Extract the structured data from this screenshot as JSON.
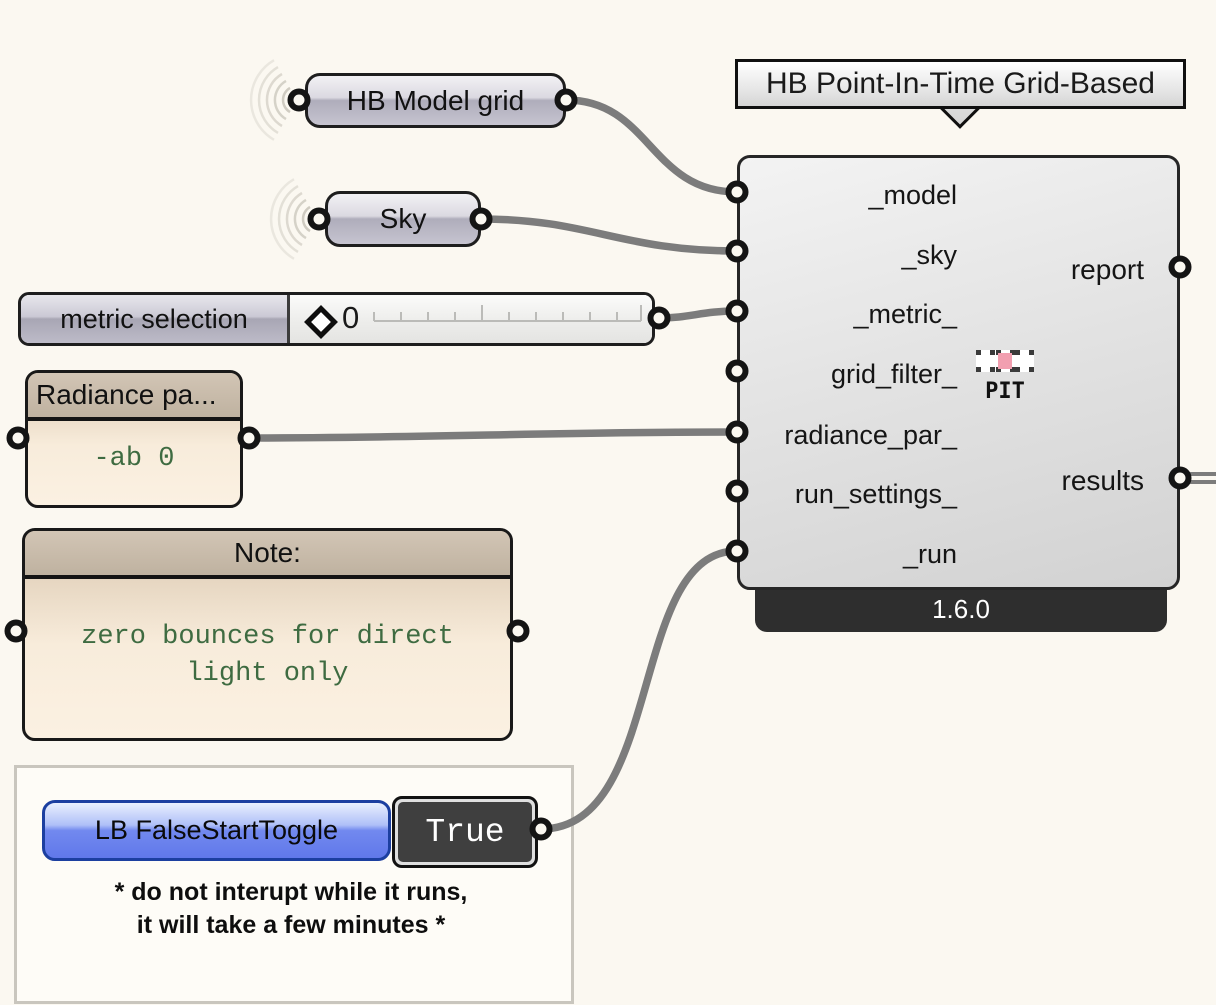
{
  "params": {
    "model_grid": {
      "label": "HB Model grid"
    },
    "sky": {
      "label": "Sky"
    }
  },
  "slider": {
    "label": "metric selection",
    "value": "0"
  },
  "radiance_panel": {
    "title": "Radiance pa...",
    "content": "-ab 0"
  },
  "note_panel": {
    "title": "Note:",
    "line1": "zero bounces for direct",
    "line2": "light only"
  },
  "toggle": {
    "label": "LB FalseStartToggle",
    "value": "True"
  },
  "group_caption": {
    "line1": "* do not interupt while it runs,",
    "line2": "it will take a few minutes *"
  },
  "component": {
    "tooltip": "HB Point-In-Time Grid-Based",
    "version": "1.6.0",
    "icon_label": "PIT",
    "inputs": [
      "_model",
      "_sky",
      "_metric_",
      "grid_filter_",
      "radiance_par_",
      "run_settings_",
      "_run"
    ],
    "outputs": [
      "report",
      "results"
    ]
  },
  "colors": {
    "canvas_bg": "#FBF8F1",
    "wire_gray": "#7C7C7C",
    "component_gray": "#DEDEDE",
    "badge_dark": "#2E2E2E",
    "panel_tan": "#CDBCA5",
    "panel_cream": "#FBF1E2",
    "text_green": "#3E6B41",
    "toggle_blue": "#6078EA",
    "icon_pink": "#F29FB0"
  }
}
